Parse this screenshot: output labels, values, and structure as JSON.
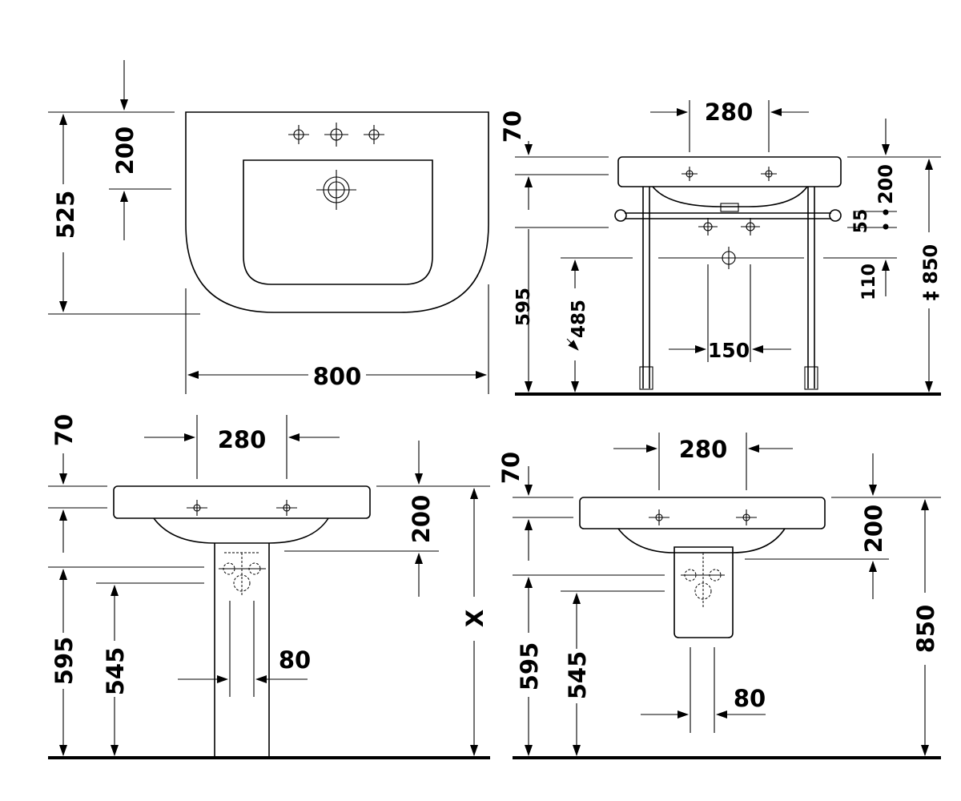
{
  "top_view": {
    "depth_label": "525",
    "tap_ledge_label": "200",
    "width_label": "800"
  },
  "console_front_view": {
    "rim_label": "70",
    "tap_spacing_label": "280",
    "bowl_depth_label": "200",
    "rail_label": "55",
    "drain_label": "110",
    "overall_height_label": "‡ 850",
    "rim_height_label": "595",
    "trap_height_label": "485",
    "drain_spacing_label": "150"
  },
  "pedestal_view": {
    "rim_label": "70",
    "tap_spacing_label": "280",
    "bowl_depth_label": "200",
    "rim_height_label": "595",
    "trap_height_label": "545",
    "pedestal_width_label": "80",
    "variable_height_label": "X"
  },
  "semi_pedestal_view": {
    "rim_label": "70",
    "tap_spacing_label": "280",
    "bowl_depth_label": "200",
    "rim_height_label": "595",
    "trap_height_label": "545",
    "pipe_width_label": "80",
    "overall_height_label": "850"
  },
  "colors": {
    "line": "#000000",
    "background": "#ffffff"
  }
}
